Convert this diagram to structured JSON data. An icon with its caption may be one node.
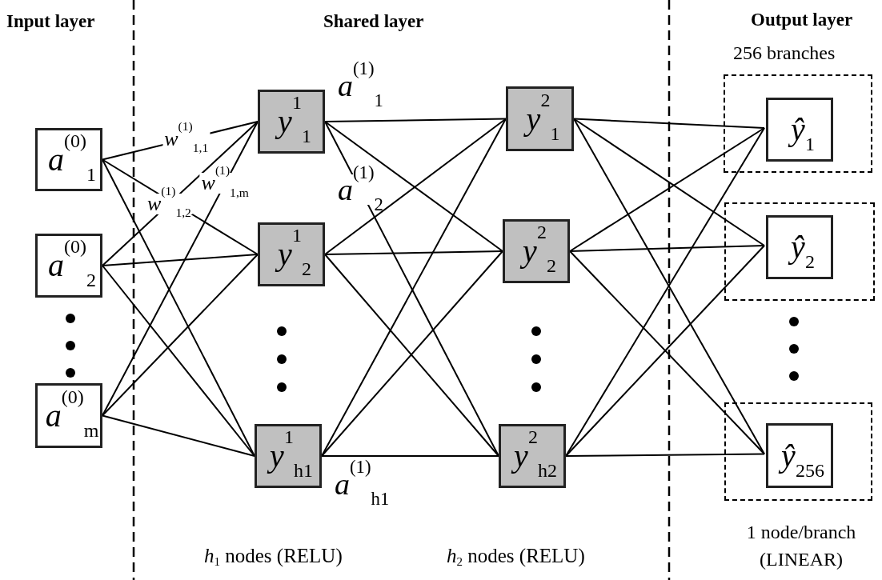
{
  "diagram": {
    "nodes": [
      {
        "text": [
          "*a*$^{(0)}$$_{1}$"
        ]
      },
      {
        "text": [
          "*a*$^{(0)}$$_{2}$"
        ]
      },
      {
        "text": [
          "*a*$^{(0)}$$_{m}$"
        ]
      },
      {
        "text": [
          "*y*$^{1}$$_{1}$"
        ],
        "beside": [
          "*a*$^{(1)}$$_{1}$"
        ]
      },
      {
        "text": [
          "*y*$^{1}$$_{2}$"
        ],
        "beside": [
          "*a*$^{(1)}$$_{2}$"
        ]
      },
      {
        "text": [
          "*y*$^{1}$$_{h1}$"
        ],
        "beside": [
          "*a*$^{(1)}$$_{h1}$"
        ]
      },
      {
        "text": [
          "*y*$^{2}$$_{1}$"
        ]
      },
      {
        "text": [
          "*y*$^{2}$$_{2}$"
        ]
      },
      {
        "text": [
          "*y*$^{2}$$_{h2}$"
        ]
      },
      {
        "text": [],
        "shape": "box"
      },
      {
        "text": [
          "*ŷ*$_{1}$"
        ],
        "in": 9
      },
      {
        "text": [],
        "shape": "box"
      },
      {
        "text": [
          "*ŷ*$_{2}$"
        ],
        "in": 11
      },
      {
        "text": [],
        "shape": "box"
      },
      {
        "text": [
          "*ŷ*$_{256}$"
        ],
        "in": 13
      }
    ],
    "edges": [
      {
        "from": 0,
        "to": 3,
        "arrow": "none",
        "label": "*w*$^{(1)}$$_{1,1}$"
      },
      {
        "from": 0,
        "to": 4,
        "arrow": "none"
      },
      {
        "from": 0,
        "to": 5,
        "arrow": "none"
      },
      {
        "from": 1,
        "to": 3,
        "arrow": "none",
        "label": "*w*$^{(1)}$$_{1,2}$"
      },
      {
        "from": 1,
        "to": 4,
        "arrow": "none"
      },
      {
        "from": 1,
        "to": 5,
        "arrow": "none"
      },
      {
        "from": 2,
        "to": 3,
        "arrow": "none",
        "label": "*w*$^{(1)}$$_{1,m}$"
      },
      {
        "from": 2,
        "to": 4,
        "arrow": "none"
      },
      {
        "from": 2,
        "to": 5,
        "arrow": "none"
      },
      {
        "from": 3,
        "to": 6,
        "arrow": "none"
      },
      {
        "from": 3,
        "to": 7,
        "arrow": "none"
      },
      {
        "from": 3,
        "to": 8,
        "arrow": "none"
      },
      {
        "from": 4,
        "to": 6,
        "arrow": "none"
      },
      {
        "from": 4,
        "to": 7,
        "arrow": "none"
      },
      {
        "from": 4,
        "to": 8,
        "arrow": "none"
      },
      {
        "from": 5,
        "to": 6,
        "arrow": "none"
      },
      {
        "from": 5,
        "to": 7,
        "arrow": "none"
      },
      {
        "from": 5,
        "to": 8,
        "arrow": "none"
      },
      {
        "from": 6,
        "to": 10,
        "arrow": "none"
      },
      {
        "from": 6,
        "to": 12,
        "arrow": "none"
      },
      {
        "from": 6,
        "to": 14,
        "arrow": "none"
      },
      {
        "from": 7,
        "to": 10,
        "arrow": "none"
      },
      {
        "from": 7,
        "to": 12,
        "arrow": "none"
      },
      {
        "from": 7,
        "to": 14,
        "arrow": "none"
      },
      {
        "from": 8,
        "to": 10,
        "arrow": "none"
      },
      {
        "from": 8,
        "to": 12,
        "arrow": "none"
      },
      {
        "from": 8,
        "to": 14,
        "arrow": "none"
      }
    ],
    "labels": [
      "Input layer",
      "Shared layer",
      "Output layer",
      "256 branches",
      "*h*$_{1}$ nodes (RELU)",
      "*h*$_{2}$ nodes (RELU)",
      "1 node/branch (LINEAR)"
    ]
  }
}
